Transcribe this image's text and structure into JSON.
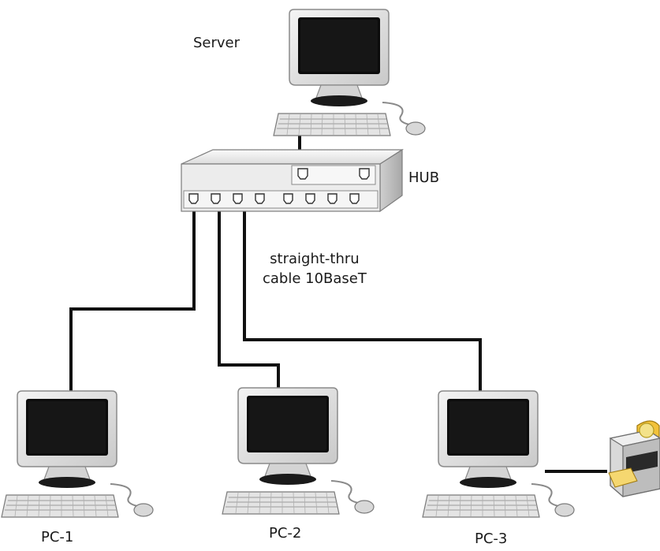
{
  "labels": {
    "server": "Server",
    "hub": "HUB",
    "cable_line1": "straight-thru",
    "cable_line2": "cable 10BaseT",
    "pc1": "PC-1",
    "pc2": "PC-2",
    "pc3": "PC-3"
  },
  "devices": [
    {
      "id": "server",
      "icon": "desktop-computer-icon"
    },
    {
      "id": "hub",
      "icon": "hub-icon"
    },
    {
      "id": "pc1",
      "icon": "desktop-computer-icon"
    },
    {
      "id": "pc2",
      "icon": "desktop-computer-icon"
    },
    {
      "id": "pc3",
      "icon": "desktop-computer-icon"
    },
    {
      "id": "printer",
      "icon": "printer-icon"
    }
  ],
  "colors": {
    "cable": "#111111",
    "monitor_case": "#e6e6e6",
    "screen": "#0c0c0c",
    "hub_body": "#ececec",
    "printer_paper": "#f2c23a"
  }
}
